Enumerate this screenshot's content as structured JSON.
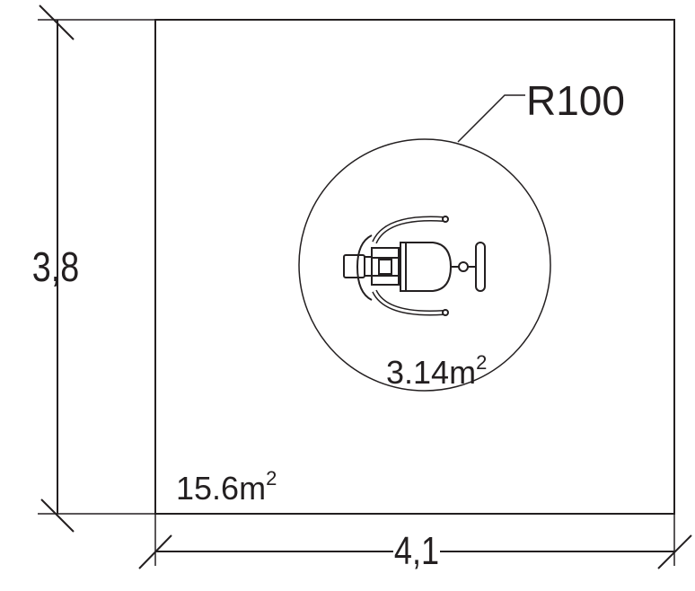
{
  "dimensions": {
    "height_label": "3,8",
    "width_label": "4,1"
  },
  "areas": {
    "total": {
      "value": "15.6m",
      "superscript": "2"
    },
    "safety_zone": {
      "value": "3.14m",
      "superscript": "2"
    }
  },
  "radius_label": "R100",
  "colors": {
    "line": "#231f20",
    "background": "#ffffff"
  }
}
